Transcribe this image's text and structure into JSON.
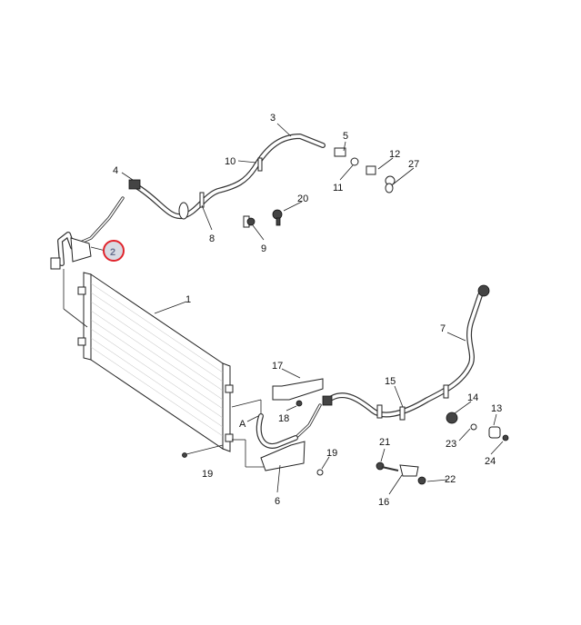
{
  "diagram": {
    "title": "A/C condenser and refrigerant lines exploded view",
    "callouts": {
      "c1": "1",
      "c2": "2",
      "c3": "3",
      "c4": "4",
      "c5": "5",
      "c6": "6",
      "c7": "7",
      "c8": "8",
      "c9": "9",
      "c10": "10",
      "c11": "11",
      "c12": "12",
      "c13": "13",
      "c14": "14",
      "c15": "15",
      "c16": "16",
      "c17": "17",
      "c18": "18",
      "c19a": "19",
      "c19b": "19",
      "c20": "20",
      "c21": "21",
      "c22": "22",
      "c23": "23",
      "c24": "24",
      "c27": "27",
      "cA": "A"
    },
    "highlighted_callout": "2",
    "highlight_color": "#e0242c"
  }
}
